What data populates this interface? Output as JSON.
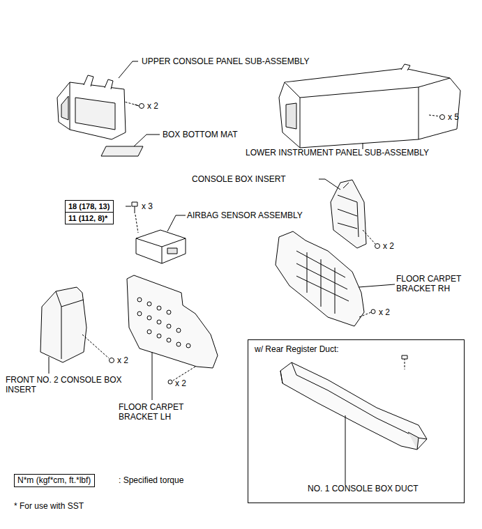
{
  "diagram": {
    "nodes": [
      {
        "text": [
          "18 (178, 13)"
        ]
      },
      {
        "text": [
          "11 (112, 8)*"
        ]
      },
      {
        "text": [
          "N*m (kgf*cm, ft.*lbf)"
        ]
      },
      {
        "text": [
          "w/ Rear Register Duct:",
          "NO. 1 CONSOLE BOX DUCT"
        ]
      }
    ],
    "labels": [
      "UPPER CONSOLE PANEL SUB-ASSEMBLY",
      "x 2",
      "BOX BOTTOM MAT",
      "LOWER INSTRUMENT PANEL SUB-ASSEMBLY",
      "x 5",
      "CONSOLE BOX INSERT",
      "x 3",
      "AIRBAG SENSOR ASSEMBLY",
      "x 2",
      "FLOOR CARPET BRACKET RH",
      "x 2",
      "x 2",
      "FRONT NO. 2 CONSOLE BOX INSERT",
      "x 2",
      "FLOOR CARPET BRACKET LH",
      ": Specified torque",
      "* For use with SST"
    ]
  }
}
